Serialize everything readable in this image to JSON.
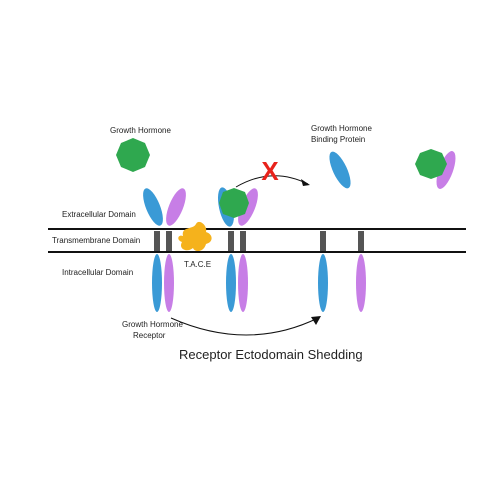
{
  "labels": {
    "growth_hormone": "Growth Hormone",
    "ghbp_line1": "Growth Hormone",
    "ghbp_line2": "Binding Protein",
    "extracellular": "Extracellular Domain",
    "transmembrane": "Transmembrane Domain",
    "intracellular": "Intracellular Domain",
    "tace": "T.A.C.E",
    "receptor_line1": "Growth Hormone",
    "receptor_line2": "Receptor",
    "blocked_mark": "X",
    "title": "Receptor Ectodomain Shedding"
  },
  "colors": {
    "blue": "#3a9ad6",
    "purple": "#c77ee6",
    "green": "#2fa84f",
    "orange": "#f5b21c",
    "membrane": "#111111",
    "transmembrane_block": "#555555",
    "blocked_mark": "#e8221b"
  }
}
